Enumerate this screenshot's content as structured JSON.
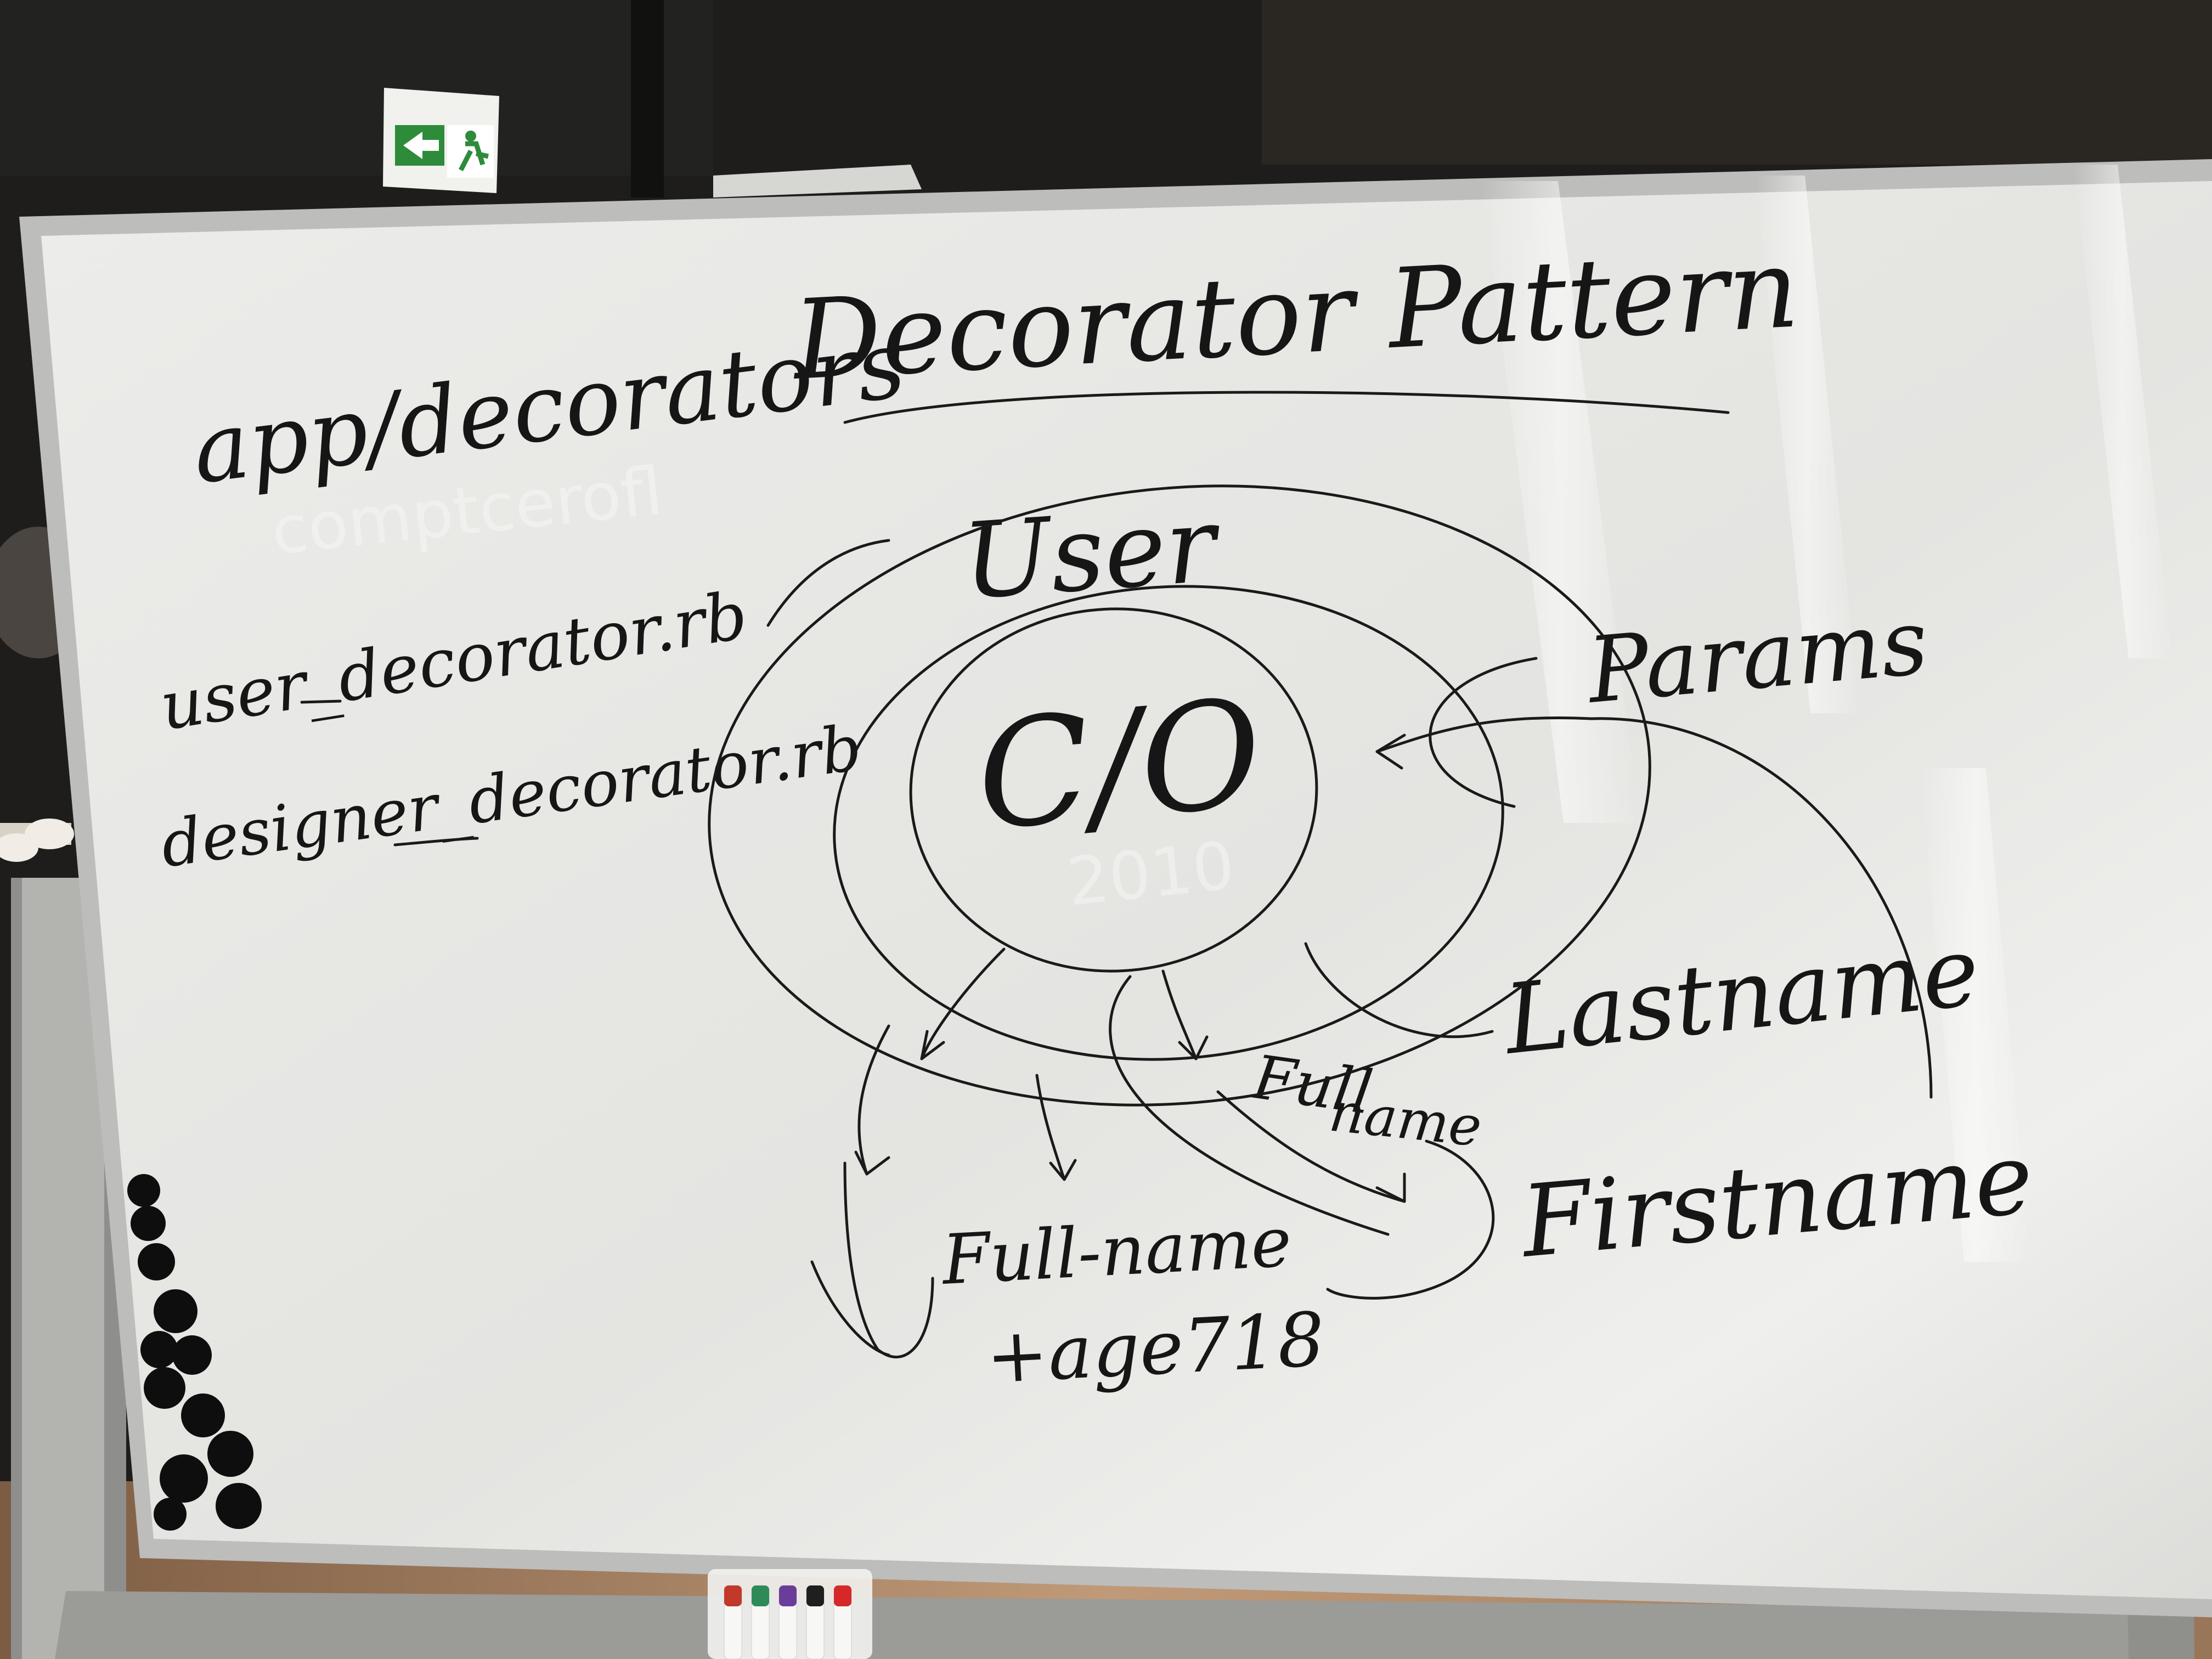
{
  "exit_sign": {
    "arrow": "arrow-left-icon",
    "figure": "running-man-icon",
    "color": "#2e8b3a"
  },
  "whiteboard": {
    "title": "Decorator Pattern",
    "path_label": "app/decorators",
    "file_user": "user_decorator.rb",
    "file_designer": "designer_decorator.rb",
    "center_label": "C/O",
    "ring_label": "User",
    "params_label": "Params",
    "lastname_label": "Lastname",
    "fullname_label_line1": "Full",
    "fullname_label_line2": "name",
    "firstname_label": "Firstname",
    "bottom_label_line1": "Full-name",
    "bottom_label_line2": "+age718",
    "ghost_text_1": "comptcerofl",
    "ghost_text_2": "2010"
  },
  "markers": [
    "#c0392b",
    "#2e8b57",
    "#6a3d9a",
    "#1f1f1f",
    "#d62828"
  ],
  "magnet_count": 12,
  "colors": {
    "board": "#e9e9e6",
    "frame": "#b9b9b7",
    "ink": "#1a1a1a",
    "floor": "#b0896a"
  }
}
